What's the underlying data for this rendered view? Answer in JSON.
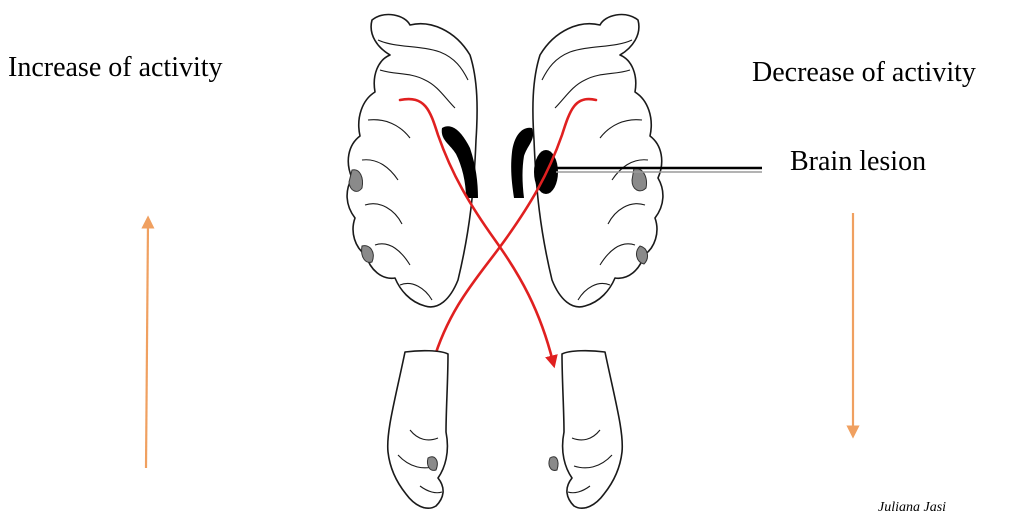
{
  "labels": {
    "increase": "Increase of activity",
    "decrease": "Decrease of activity",
    "lesion": "Brain lesion",
    "author": "Juliana Jasi"
  },
  "colors": {
    "pathway": "#e02020",
    "activity_arrow": "#f0a060",
    "lesion": "#000000"
  },
  "icons": {
    "left_arrow": "arrow-up-icon",
    "right_arrow": "arrow-down-icon"
  }
}
